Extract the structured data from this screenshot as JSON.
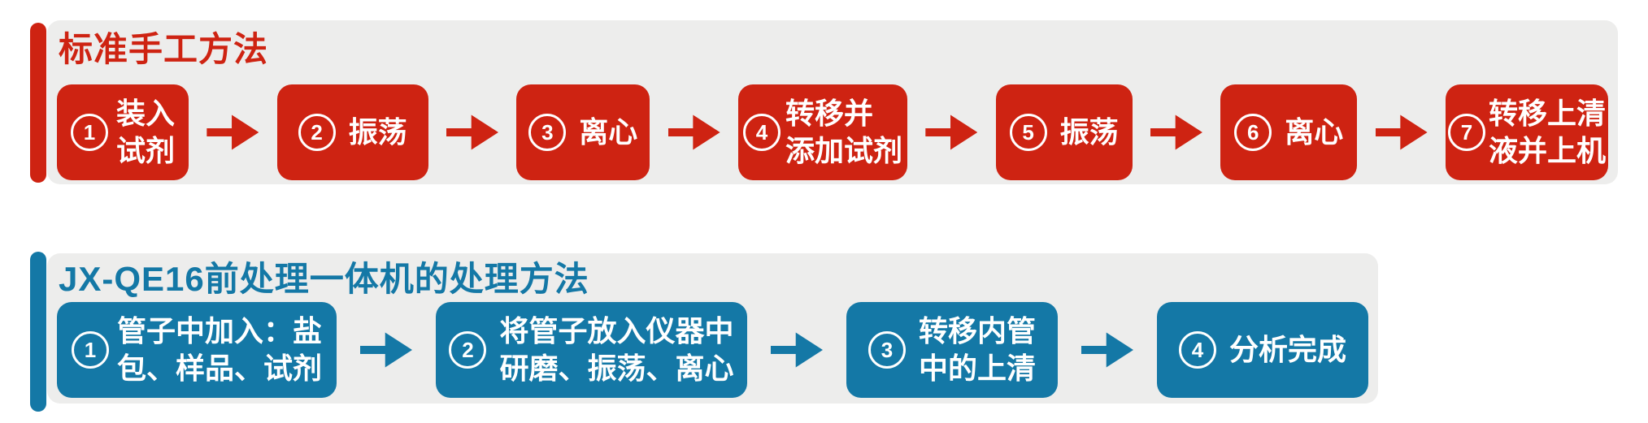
{
  "colors": {
    "red_accent": "#ce2312",
    "blue_accent": "#1478a6",
    "panel_background": "#ededec",
    "box_text": "#ffffff"
  },
  "manual_method": {
    "title": "标准手工方法",
    "steps": [
      {
        "num": "1",
        "line1": "装入",
        "line2": "试剂"
      },
      {
        "num": "2",
        "line1": "振荡"
      },
      {
        "num": "3",
        "line1": "离心"
      },
      {
        "num": "4",
        "line1": "转移并",
        "line2": "添加试剂"
      },
      {
        "num": "5",
        "line1": "振荡"
      },
      {
        "num": "6",
        "line1": "离心"
      },
      {
        "num": "7",
        "line1": "转移上清",
        "line2": "液并上机"
      }
    ]
  },
  "machine_method": {
    "title": "JX-QE16前处理一体机的处理方法",
    "steps": [
      {
        "num": "1",
        "line1": "管子中加入：盐",
        "line2": "包、样品、试剂"
      },
      {
        "num": "2",
        "line1": "将管子放入仪器中",
        "line2": "研磨、振荡、离心"
      },
      {
        "num": "3",
        "line1": "转移内管",
        "line2": "中的上清"
      },
      {
        "num": "4",
        "line1": "分析完成"
      }
    ]
  }
}
